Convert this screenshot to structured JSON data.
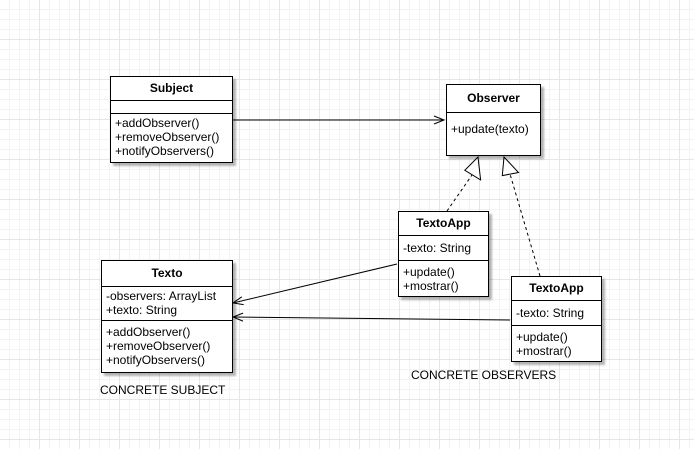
{
  "classes": {
    "subject": {
      "name": "Subject",
      "attributes": [],
      "methods": [
        "+addObserver()",
        "+removeObserver()",
        "+notifyObservers()"
      ]
    },
    "observer": {
      "name": "Observer",
      "methods": [
        "+update(texto)"
      ]
    },
    "texto_app_1": {
      "name": "TextoApp",
      "attributes": [
        "-texto: String"
      ],
      "methods": [
        "+update()",
        "+mostrar()"
      ]
    },
    "texto_app_2": {
      "name": "TextoApp",
      "attributes": [
        "-texto: String"
      ],
      "methods": [
        "+update()",
        "+mostrar()"
      ]
    },
    "texto": {
      "name": "Texto",
      "attributes": [
        "-observers: ArrayList",
        "+texto: String"
      ],
      "methods": [
        "+addObserver()",
        "+removeObserver()",
        "+notifyObservers()"
      ]
    }
  },
  "captions": {
    "concrete_subject": "CONCRETE SUBJECT",
    "concrete_observers": "CONCRETE OBSERVERS"
  },
  "relationships": [
    {
      "from": "Subject",
      "to": "Observer",
      "kind": "association"
    },
    {
      "from": "TextoApp",
      "to": "Observer",
      "kind": "realization"
    },
    {
      "from": "TextoApp",
      "to": "Observer",
      "kind": "realization"
    },
    {
      "from": "TextoApp",
      "to": "Texto",
      "kind": "association"
    },
    {
      "from": "TextoApp",
      "to": "Texto",
      "kind": "association"
    }
  ]
}
